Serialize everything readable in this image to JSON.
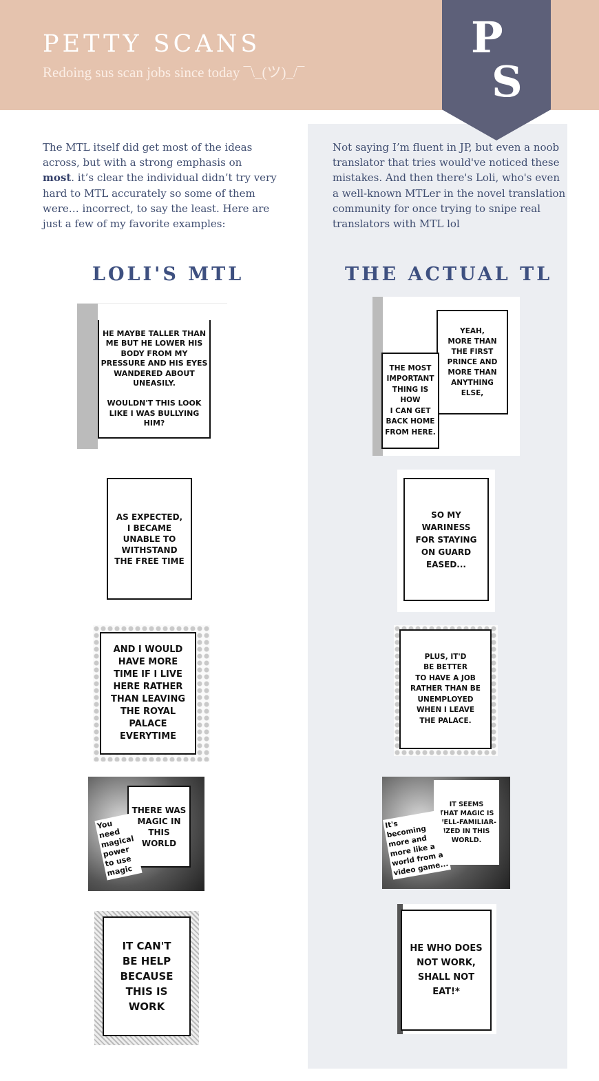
{
  "header": {
    "brand": "PETTY SCANS",
    "tagline": "Redoing sus scan jobs since today ¯\\_(ツ)_/¯",
    "badge_letters": [
      "P",
      "S"
    ]
  },
  "colors": {
    "header_bg": "#e5c3ae",
    "badge": "#5d6079",
    "column_bg": "#eceef2",
    "heading": "#3e5080"
  },
  "left": {
    "intro_before": "The MTL itself did get most of the ideas across, but with a strong emphasis on ",
    "intro_bold": "most",
    "intro_after": ". it’s clear the individual didn’t try very hard to MTL accurately so some of them were… incorrect, to say the least. Here are just a few of my favorite examples:",
    "heading": "LOLI'S MTL",
    "panels": [
      {
        "text": "He maybe taller than\nme but he lower his\nbody from my\npressure and his eyes\nwandered about\nuneasily.\n\nWouldn't this look\nlike I was bullying\nhim?"
      },
      {
        "text": "As expected,\nI became\nunable to\nwithstand\nthe free time"
      },
      {
        "text": "And I would\nhave more\ntime if I live\nhere rather\nthan leaving\nthe royal\npalace\neverytime"
      },
      {
        "text": "There was\nmagic in\nthis\nworld",
        "side": "You\nneed\nmagical\npower\nto use\nmagic"
      },
      {
        "text": "It can't\nbe help\nbecause\nthis is\nwork"
      }
    ]
  },
  "right": {
    "intro": "Not saying I’m fluent in JP, but even a noob translator that tries would've noticed these mistakes. And then there's Loli, who's even a well-known MTLer in the novel translation community for once trying to snipe real translators with MTL lol",
    "heading": "THE ACTUAL TL",
    "panels": [
      {
        "text": "Yeah,\nmore than\nthe first\nprince and\nmore than\nanything\nelse,",
        "text2": "The most\nimportant\nthing is how\nI can get\nback home\nfrom here."
      },
      {
        "text": "So my\nwariness\nfor staying\non guard\neased..."
      },
      {
        "text": "Plus, it'd\nbe better\nto have a job\nrather than be\nunemployed\nwhen I leave\nthe palace."
      },
      {
        "text": "It seems\nthat magic is\nwell-familiar-\nized in this\nworld.",
        "side": "It's\nbecoming\nmore and\nmore like a\nworld from a\nvideo game..."
      },
      {
        "text": "He who does\nnot work,\nshall not\neat!*"
      }
    ]
  }
}
